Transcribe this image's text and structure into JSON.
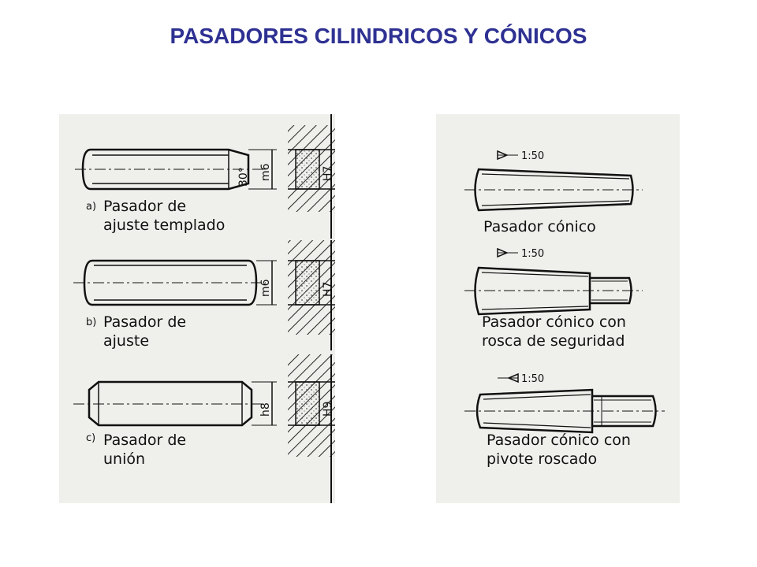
{
  "title": "PASADORES CILINDRICOS Y CÓNICOS",
  "left": {
    "a": {
      "letter": "a)",
      "line1": "Pasador de",
      "line2": "ajuste templado",
      "angle": "30°",
      "tol_pin": "m6",
      "tol_hole": "H7"
    },
    "b": {
      "letter": "b)",
      "line1": "Pasador de",
      "line2": "ajuste",
      "tol_pin": "m6",
      "tol_hole": "H7"
    },
    "c": {
      "letter": "c)",
      "line1": "Pasador de",
      "line2": "unión",
      "tol_pin": "h8",
      "tol_hole": "H9"
    }
  },
  "right": {
    "p1": {
      "taper": "1:50",
      "line1": "Pasador cónico"
    },
    "p2": {
      "taper": "1:50",
      "line1": "Pasador cónico con",
      "line2": "rosca de seguridad"
    },
    "p3": {
      "taper": "1:50",
      "line1": "Pasador cónico con",
      "line2": "pivote roscado"
    }
  }
}
